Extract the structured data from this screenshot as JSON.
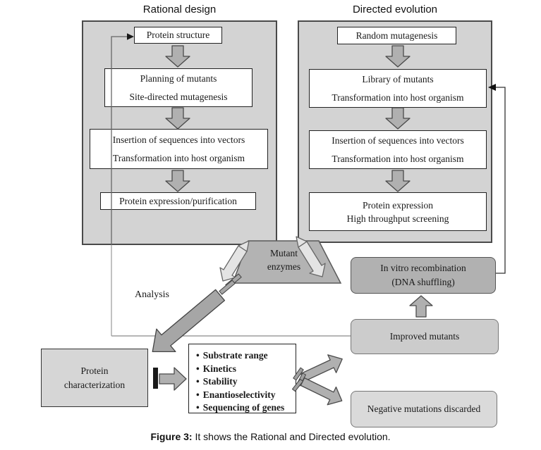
{
  "rational": {
    "title": "Rational design",
    "box1": "Protein structure",
    "box2_line1": "Planning of mutants",
    "box2_line2": "Site-directed mutagenesis",
    "box3_line1": "Insertion of sequences into vectors",
    "box3_line2": "Transformation into host organism",
    "box4": "Protein expression/purification"
  },
  "directed": {
    "title": "Directed evolution",
    "box1": "Random mutagenesis",
    "box2_line1": "Library of mutants",
    "box2_line2": "Transformation into host organism",
    "box3_line1": "Insertion of sequences into vectors",
    "box3_line2": "Transformation into host organism",
    "box4_line1": "Protein expression",
    "box4_line2": "High throughput screening"
  },
  "middle": {
    "mutant_line1": "Mutant",
    "mutant_line2": "enzymes",
    "analysis_label": "Analysis",
    "invitro_line1": "In vitro recombination",
    "invitro_line2": "(DNA shuffling)",
    "improved": "Improved mutants",
    "negative": "Negative mutations discarded",
    "protein_char_line1": "Protein",
    "protein_char_line2": "characterization"
  },
  "bullets": {
    "marker": "•",
    "items": [
      "Substrate range",
      "Kinetics",
      "Stability",
      "Enantioselectivity",
      "Sequencing of genes"
    ]
  },
  "caption": {
    "label": "Figure 3:",
    "text": " It shows the Rational and Directed evolution."
  },
  "colors": {
    "panel_fill": "#d3d3d3",
    "white_box_fill": "#ffffff",
    "invitro_fill": "#b1b1b1",
    "improved_fill": "#cccccc",
    "negative_fill": "#dadada",
    "protein_char_fill": "#d6d6d6",
    "trapezoid_fill": "#b3b3b3",
    "block_arrow_fill": "#b0b0b0",
    "fancy_arrow_fill": "#e4e4e4",
    "outline": "#4a4a4a"
  }
}
